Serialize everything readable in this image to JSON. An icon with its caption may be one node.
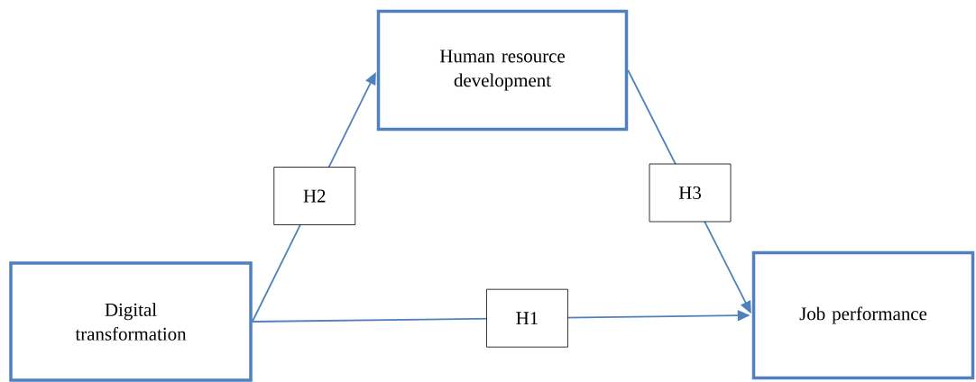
{
  "diagram": {
    "nodes": [
      {
        "text": [
          "Human resource development"
        ]
      },
      {
        "text": [
          "Digital transformation"
        ]
      },
      {
        "text": [
          "Job performance"
        ]
      }
    ],
    "edges": [
      {
        "from": 1,
        "to": 0,
        "arrow": "to",
        "label": "H2"
      },
      {
        "from": 0,
        "to": 2,
        "arrow": "to",
        "label": "H3"
      },
      {
        "from": 1,
        "to": 2,
        "arrow": "to",
        "label": "H1"
      }
    ]
  }
}
